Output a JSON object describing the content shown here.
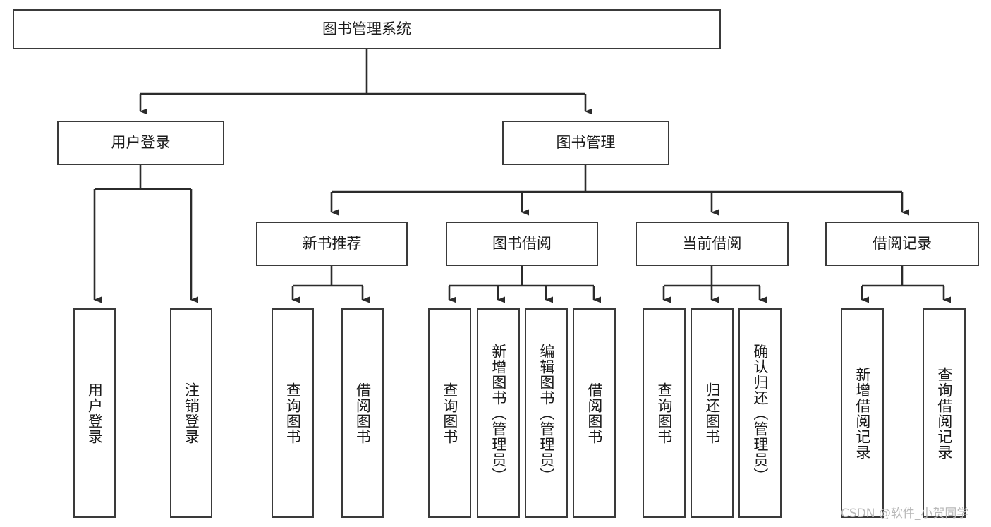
{
  "diagram": {
    "title": "图书管理系统",
    "type": "hierarchy-tree",
    "orientation": "top-down",
    "colors": {
      "background": "#ffffff",
      "node_border": "#3a3a3a",
      "node_fill": "#ffffff",
      "connector": "#2b2b2b",
      "text": "#1b1b1b",
      "watermark": "#b8b8b8"
    },
    "levels": {
      "level1": "root",
      "level2": "modules",
      "level3": "submodules",
      "level4": "functions"
    },
    "root": {
      "label": "图书管理系统",
      "orientation": "horizontal"
    },
    "modules": [
      {
        "id": "user-login",
        "label": "用户登录",
        "orientation": "horizontal"
      },
      {
        "id": "book-management",
        "label": "图书管理",
        "orientation": "horizontal"
      }
    ],
    "submodules": [
      {
        "id": "new-book-recommend",
        "label": "新书推荐",
        "parent": "book-management",
        "orientation": "horizontal"
      },
      {
        "id": "book-borrow",
        "label": "图书借阅",
        "parent": "book-management",
        "orientation": "horizontal"
      },
      {
        "id": "current-borrow",
        "label": "当前借阅",
        "parent": "book-management",
        "orientation": "horizontal"
      },
      {
        "id": "borrow-record",
        "label": "借阅记录",
        "parent": "book-management",
        "orientation": "horizontal"
      }
    ],
    "leaves": [
      {
        "id": "leaf-user-login",
        "label": "用户登录",
        "parent": "user-login",
        "orientation": "vertical"
      },
      {
        "id": "leaf-user-logout",
        "label": "注销登录",
        "parent": "user-login",
        "orientation": "vertical"
      },
      {
        "id": "leaf-query-book-recommend",
        "label": "查询图书",
        "parent": "new-book-recommend",
        "orientation": "vertical"
      },
      {
        "id": "leaf-borrow-book-recommend",
        "label": "借阅图书",
        "parent": "new-book-recommend",
        "orientation": "vertical"
      },
      {
        "id": "leaf-query-book-borrow",
        "label": "查询图书",
        "parent": "book-borrow",
        "orientation": "vertical"
      },
      {
        "id": "leaf-add-book",
        "label": "新增图书（管理员）",
        "parent": "book-borrow",
        "orientation": "vertical"
      },
      {
        "id": "leaf-edit-book",
        "label": "编辑图书（管理员）",
        "parent": "book-borrow",
        "orientation": "vertical"
      },
      {
        "id": "leaf-borrow-book",
        "label": "借阅图书",
        "parent": "book-borrow",
        "orientation": "vertical"
      },
      {
        "id": "leaf-query-book-current",
        "label": "查询图书",
        "parent": "current-borrow",
        "orientation": "vertical"
      },
      {
        "id": "leaf-return-book",
        "label": "归还图书",
        "parent": "current-borrow",
        "orientation": "vertical"
      },
      {
        "id": "leaf-confirm-return",
        "label": "确认归还（管理员）",
        "parent": "current-borrow",
        "orientation": "vertical"
      },
      {
        "id": "leaf-add-borrow-record",
        "label": "新增借阅记录",
        "parent": "borrow-record",
        "orientation": "vertical"
      },
      {
        "id": "leaf-query-borrow-record",
        "label": "查询借阅记录",
        "parent": "borrow-record",
        "orientation": "vertical"
      }
    ],
    "watermark": "CSDN @软件_小贺同学"
  }
}
